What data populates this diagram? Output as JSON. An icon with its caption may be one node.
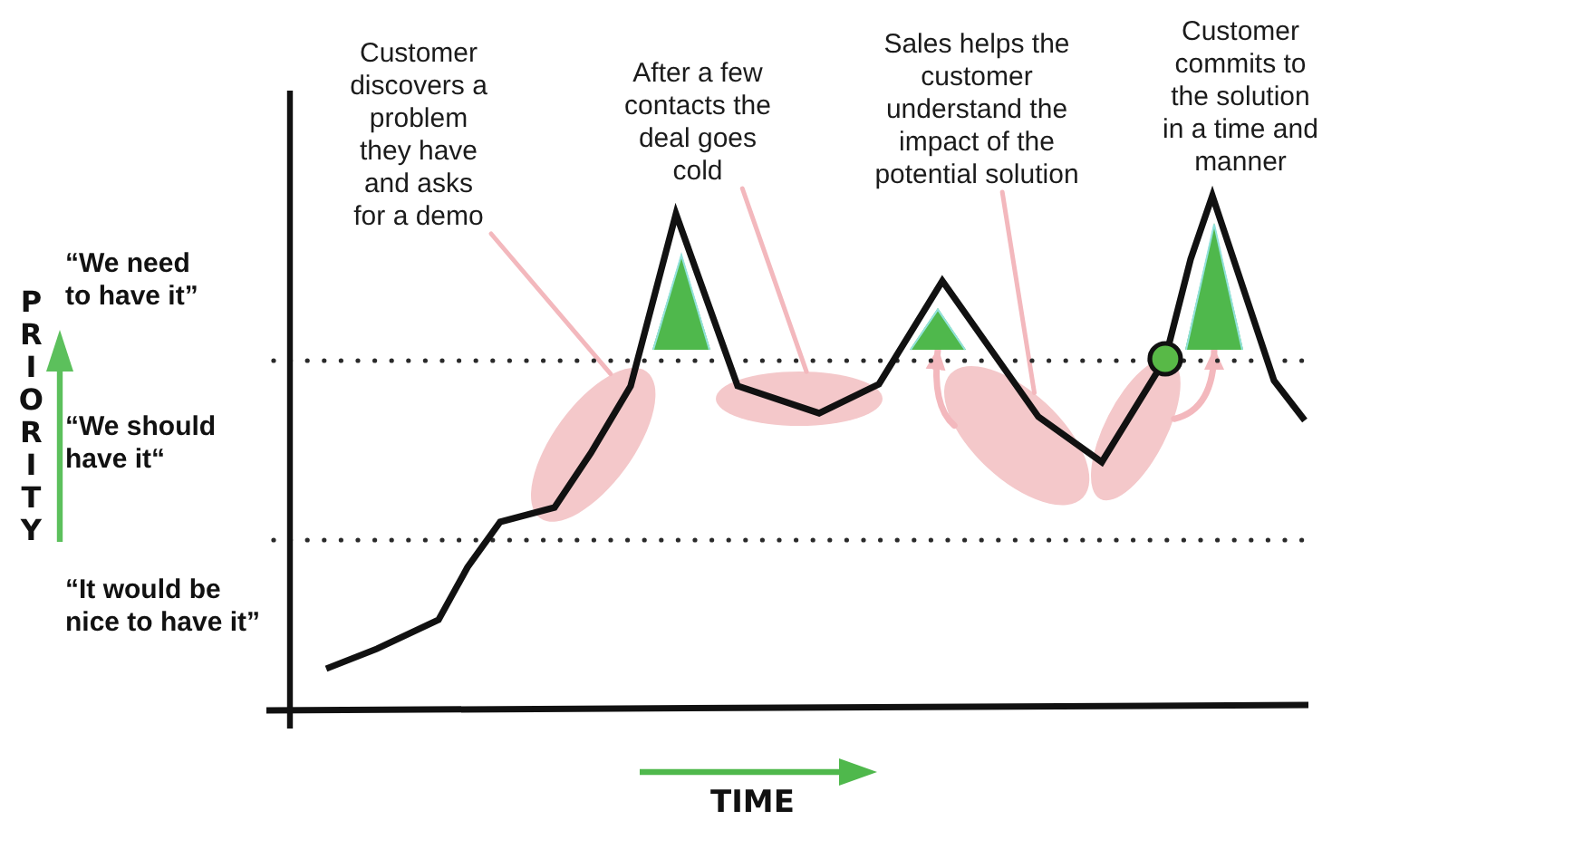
{
  "diagram": {
    "nodes": [
      {
        "text": [
          "Customer discovers a problem they have and asks for a demo"
        ]
      },
      {
        "text": [
          "After a few contacts the deal goes cold"
        ]
      },
      {
        "text": [
          "Sales helps the customer understand the impact of the potential solution"
        ]
      },
      {
        "text": [],
        "shape": "ellipse"
      },
      {
        "text": [],
        "shape": "ellipse"
      },
      {
        "text": [],
        "shape": "ellipse"
      },
      {
        "text": [],
        "shape": "ellipse"
      },
      {
        "text": [],
        "shape": "triangle"
      },
      {
        "text": [],
        "shape": "triangle"
      },
      {
        "text": [],
        "shape": "triangle"
      }
    ],
    "edges": [
      {
        "from": 0,
        "to": 3,
        "arrow": "none"
      },
      {
        "from": 1,
        "to": 4,
        "arrow": "none"
      },
      {
        "from": 2,
        "to": 5,
        "arrow": "none"
      },
      {
        "from": 5,
        "to": 8,
        "arrow": "to"
      },
      {
        "from": 6,
        "to": 9,
        "arrow": "to"
      }
    ],
    "labels": [
      "Customer commits to the solution in a time and manner",
      "“We need to have it”",
      "PRIORITY",
      "“We should have it“",
      "“It would be nice to have it”",
      "TIME"
    ]
  }
}
